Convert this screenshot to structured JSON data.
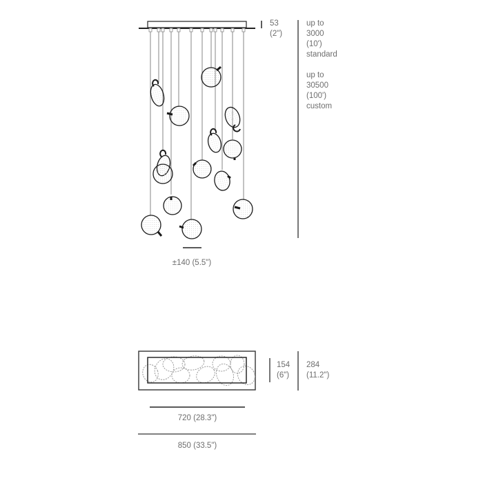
{
  "elevation": {
    "canopy_height": {
      "value": "53",
      "inch": "(2\")"
    },
    "drop_standard": {
      "line1": "up to",
      "value": "3000",
      "inch": "(10')",
      "note": "standard"
    },
    "drop_custom": {
      "line1": "up to",
      "value": "30500",
      "inch": "(100')",
      "note": "custom"
    },
    "pendant_diameter": "±140 (5.5\")"
  },
  "plan": {
    "inner_depth": {
      "value": "154",
      "inch": "(6\")"
    },
    "outer_depth": {
      "value": "284",
      "inch": "(11.2\")"
    },
    "inner_width": "720 (28.3\")",
    "outer_width": "850 (33.5\")"
  },
  "colors": {
    "line": "#1a1a1a",
    "cord": "#9a9a9a",
    "text": "#6e6e6e",
    "dim": "#555555"
  }
}
